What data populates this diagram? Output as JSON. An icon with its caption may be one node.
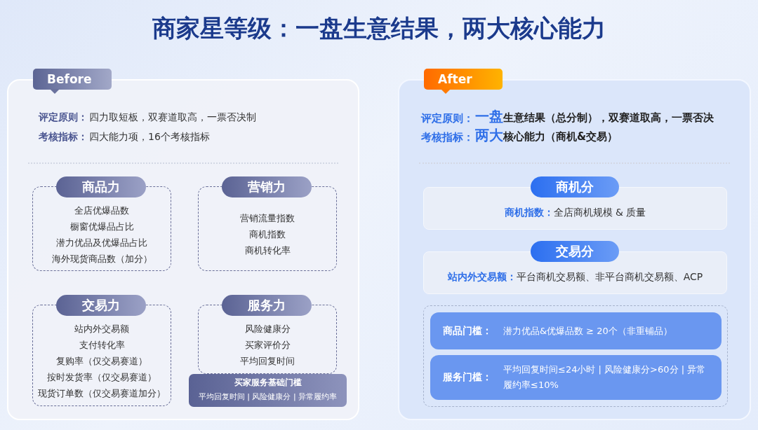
{
  "diagram": {
    "title": "商家星等级：一盘生意结果，两大核心能力",
    "nodes": [
      {
        "text": [
          "Before",
          "评定原则：",
          "四力取短板，双赛道取高，一票否决制",
          "考核指标：",
          "四大能力项，16个考核指标"
        ]
      },
      {
        "text": [
          "商品力",
          "全店优爆品数",
          "橱窗优爆品占比",
          "潜力优品及优爆品占比",
          "海外现货商品数（加分）"
        ],
        "in": 0
      },
      {
        "text": [
          "营销力",
          "营销流量指数",
          "商机指数",
          "商机转化率"
        ],
        "in": 0
      },
      {
        "text": [
          "交易力",
          "站内外交易额",
          "支付转化率",
          "复购率（仅交易赛道）",
          "按时发货率（仅交易赛道）",
          "现货订单数（仅交易赛道加分）"
        ],
        "in": 0
      },
      {
        "text": [
          "服务力",
          "风险健康分",
          "买家评价分",
          "平均回复时间"
        ],
        "in": 0
      },
      {
        "text": [
          "买家服务基础门槛",
          "平均回复时间 | 风险健康分 | 异常履约率"
        ],
        "in": 0
      },
      {
        "text": [
          "After",
          "评定原则：",
          "**一盘**生意结果（总分制），双赛道取高，一票否决",
          "考核指标：",
          "**两大**核心能力（商机&交易）"
        ]
      },
      {
        "text": [
          "商机分",
          "**商机指数：**全店商机规模 & 质量"
        ],
        "in": 6
      },
      {
        "text": [
          "交易分",
          "**站内外交易额：**平台商机交易额、非平台商机交易额、ACP"
        ],
        "in": 6
      },
      {
        "text": [],
        "shape": "box",
        "in": 6
      },
      {
        "text": [
          "商品门槛：",
          "潜力优品&优爆品数 ≥ 20个（非重铺品）"
        ],
        "in": 9
      },
      {
        "text": [
          "服务门槛：",
          "平均回复时间≤24小时 | 风险健康分>60分 | 异常履约率≤10%"
        ],
        "in": 9
      }
    ]
  }
}
